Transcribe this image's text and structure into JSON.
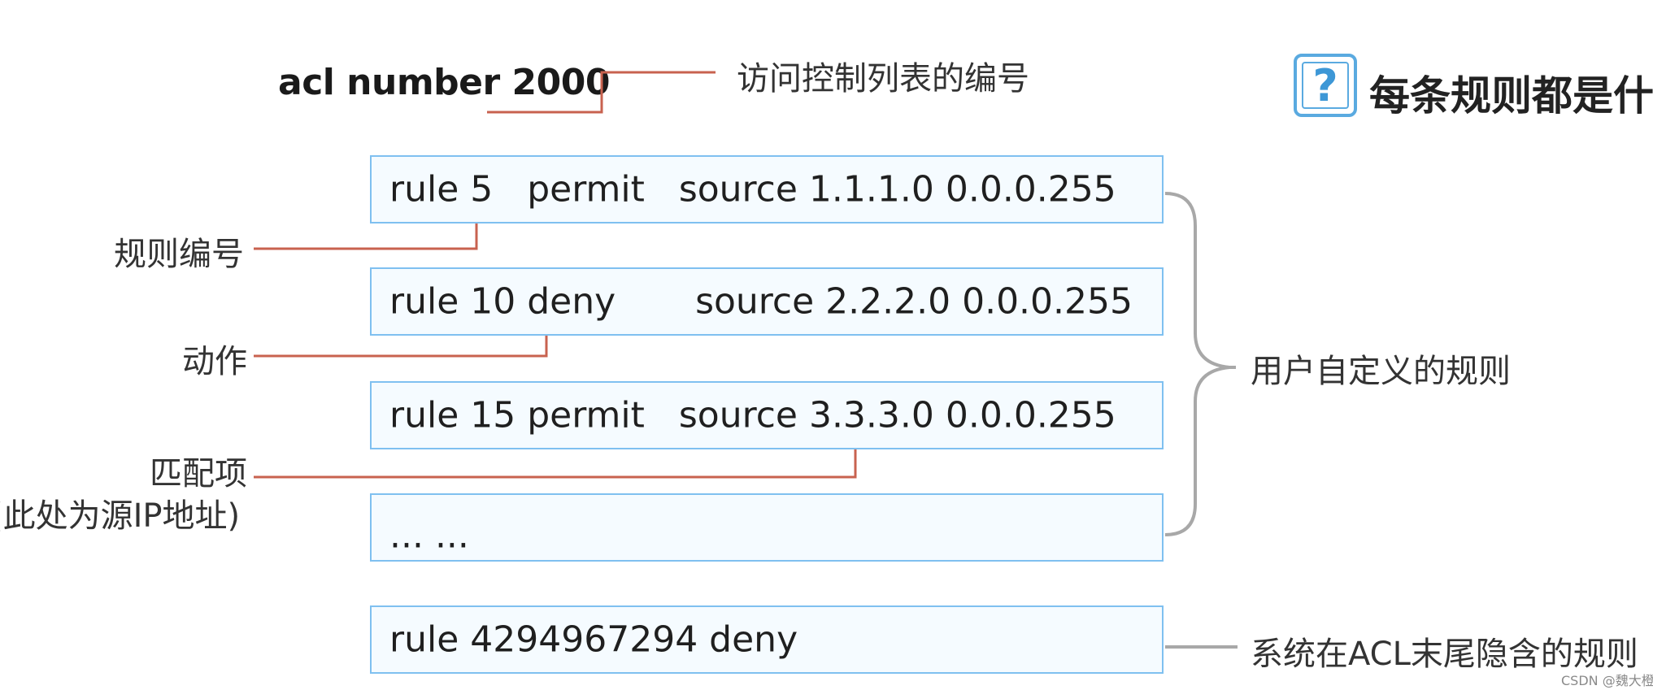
{
  "title": "acl number 2000",
  "labels": {
    "acl_number": "访问控制列表的编号",
    "rule_number": "规则编号",
    "action": "动作",
    "match_item": "匹配项",
    "match_item_note": "(此处为源IP地址)",
    "user_defined": "用户自定义的规则",
    "implicit": "系统在ACL末尾隐含的规则"
  },
  "rules": [
    "rule 5   permit   source 1.1.1.0 0.0.0.255",
    "rule 10 deny       source 2.2.2.0 0.0.0.255",
    "rule 15 permit   source 3.3.3.0 0.0.0.255",
    "... ...",
    "rule 4294967294 deny"
  ],
  "question": {
    "icon": "question-icon",
    "text": "每条规则都是什么"
  },
  "watermark": "CSDN @魏大橙",
  "colors": {
    "box_border": "#7fc0f0",
    "box_fill": "#f5fbff",
    "annotation_line": "#c8624f",
    "brace": "#a8a8a8",
    "icon": "#5aaae0"
  }
}
